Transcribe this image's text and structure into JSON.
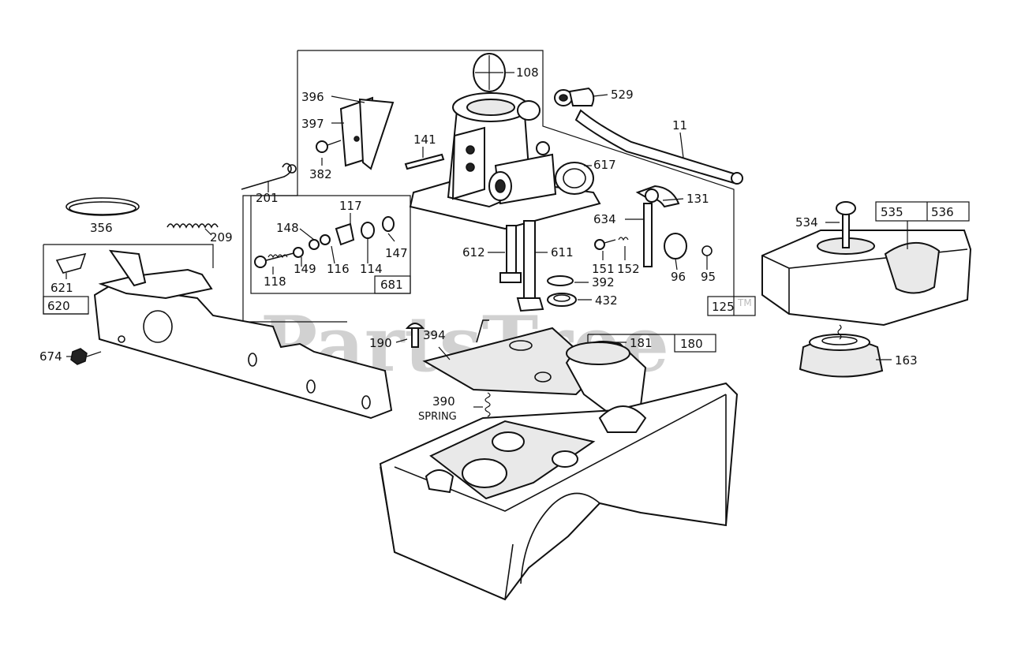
{
  "watermark": {
    "text": "PartsTree",
    "trademark": "TM"
  },
  "callouts": {
    "p108": "108",
    "p529": "529",
    "p396": "396",
    "p397": "397",
    "p382": "382",
    "p141": "141",
    "p11": "11",
    "p617": "617",
    "p201": "201",
    "p356": "356",
    "p209": "209",
    "p117": "117",
    "p148": "148",
    "p147": "147",
    "p118": "118",
    "p149": "149",
    "p116": "116",
    "p114": "114",
    "p681": "681",
    "p612": "612",
    "p611": "611",
    "p131": "131",
    "p634": "634",
    "p151": "151",
    "p152": "152",
    "p96": "96",
    "p95": "95",
    "p392": "392",
    "p432": "432",
    "p125": "125",
    "p534": "534",
    "p535": "535",
    "p536": "536",
    "p621": "621",
    "p620": "620",
    "p674": "674",
    "p190": "190",
    "p394": "394",
    "p181": "181",
    "p180": "180",
    "p163": "163",
    "p390": "390",
    "spring": "SPRING"
  }
}
